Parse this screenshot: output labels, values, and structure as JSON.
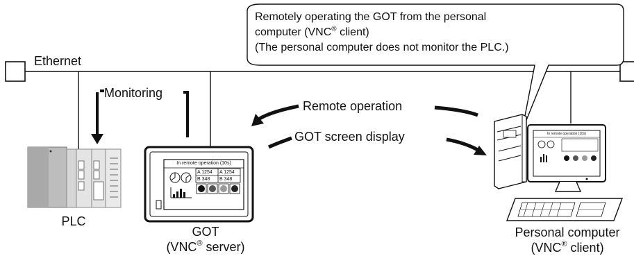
{
  "network": {
    "label": "Ethernet"
  },
  "flows": {
    "monitoring": "Monitoring",
    "remote_operation": "Remote operation",
    "screen_display": "GOT screen display"
  },
  "callout": {
    "line1": "Remotely operating the GOT from the personal",
    "line2_pre": "computer (VNC",
    "line2_post": " client)",
    "line3": "(The personal computer does not monitor the PLC.)"
  },
  "registered_mark": "®",
  "devices": {
    "plc": {
      "label": "PLC"
    },
    "got": {
      "label": "GOT",
      "sub_pre": "(VNC",
      "sub_post": " server)"
    },
    "pc": {
      "label": "Personal computer",
      "sub_pre": "(VNC",
      "sub_post": " client)"
    }
  },
  "got_screen": {
    "title": "In remote operation (10s)",
    "cells": [
      {
        "tag": "A",
        "value": "1254"
      },
      {
        "tag": "A",
        "value": "1254"
      },
      {
        "tag": "B",
        "value": "348"
      },
      {
        "tag": "B",
        "value": "348"
      }
    ]
  },
  "colors": {
    "line": "#111111",
    "plc_body": "#b9b9b9",
    "got_bezel": "#1a1a1a"
  }
}
